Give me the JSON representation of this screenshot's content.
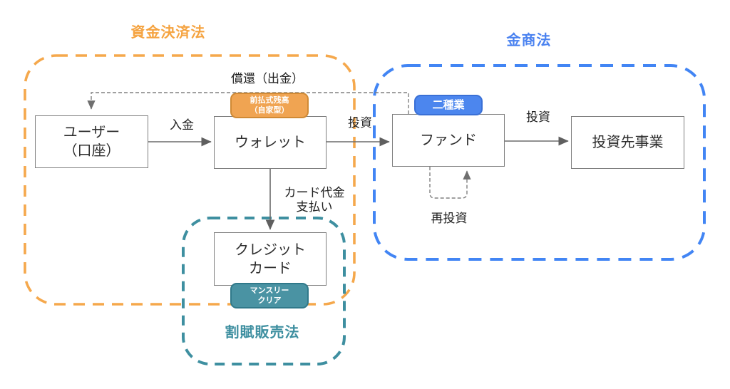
{
  "diagram": {
    "title_context": "Japanese financial regulation scopes for an investment wallet service",
    "regions": {
      "payment_services_act": {
        "label": "資金決済法",
        "color": "#F5A340"
      },
      "fiea": {
        "label": "金商法",
        "color": "#4A82F0"
      },
      "installment_sales_act": {
        "label": "割賦販売法",
        "color": "#3E8FA0"
      }
    },
    "nodes": {
      "user": {
        "line1": "ユーザー",
        "line2": "（口座）"
      },
      "wallet": {
        "label": "ウォレット"
      },
      "fund": {
        "label": "ファンド"
      },
      "investee": {
        "label": "投資先事業"
      },
      "credit": {
        "line1": "クレジット",
        "line2": "カード"
      }
    },
    "badges": {
      "prepaid": {
        "line1": "前払式残高",
        "line2": "（自家型）",
        "color": "#F0A452"
      },
      "type2": {
        "label": "二種業",
        "color": "#4C86EE"
      },
      "monthly": {
        "line1": "マンスリー",
        "line2": "クリア",
        "color": "#4A93A3"
      }
    },
    "edges": {
      "deposit": {
        "label": "入金"
      },
      "invest_wallet_to_fund": {
        "label": "投資"
      },
      "invest_fund_to_biz": {
        "label": "投資"
      },
      "card_payment": {
        "line1": "カード代金",
        "line2": "支払い"
      },
      "redemption": {
        "label": "償還（出金）"
      },
      "reinvest": {
        "label": "再投資"
      }
    }
  }
}
